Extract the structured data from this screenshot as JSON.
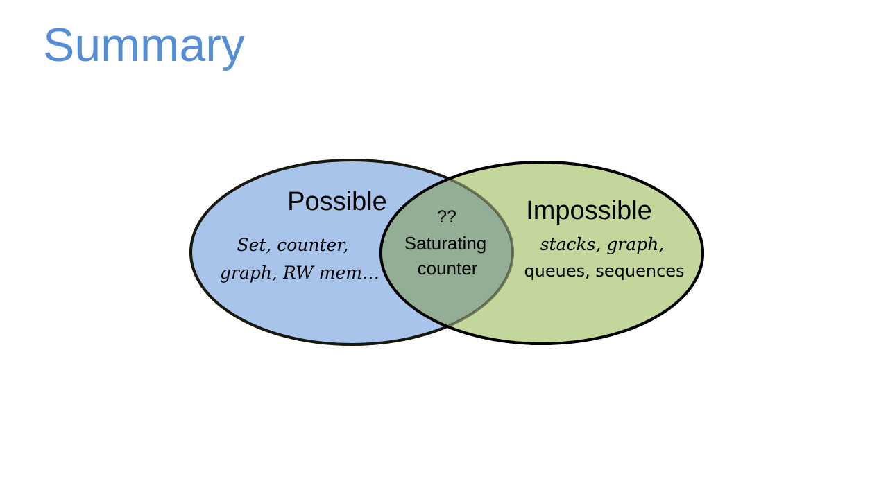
{
  "slide": {
    "title": "Summary"
  },
  "venn": {
    "left_set": {
      "heading": "Possible",
      "items_line1": "Set, counter,",
      "items_line2": "graph, RW mem…",
      "fill_color": "#a9c4eb"
    },
    "right_set": {
      "heading": "Impossible",
      "items_line1": "stacks, graph,",
      "items_line2": "queues, sequences",
      "fill_color": "#c3d69b"
    },
    "intersection": {
      "line1": "??",
      "line2": "Saturating",
      "line3": "counter",
      "fill_color": "#94ae96"
    },
    "outline_color": "#000000"
  }
}
